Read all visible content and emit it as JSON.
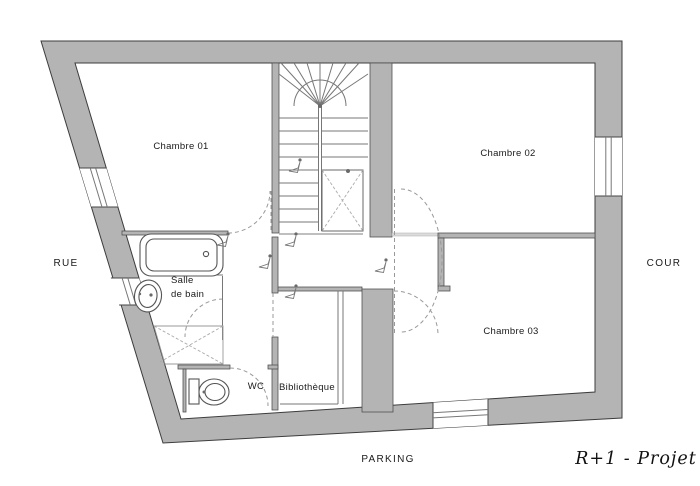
{
  "drawing": {
    "caption": "R+1 - Projet",
    "type": "floor-plan"
  },
  "rooms": {
    "chambre_01": "Chambre 01",
    "chambre_02": "Chambre 02",
    "chambre_03": "Chambre 03",
    "salle_de_bain_line1": "Salle",
    "salle_de_bain_line2": "de bain",
    "wc": "WC",
    "bibliotheque": "Bibliothèque"
  },
  "surroundings": {
    "rue": "RUE",
    "cour": "COUR",
    "parking": "PARKING"
  },
  "fixtures": [
    "bathtub",
    "washbasin",
    "toilet",
    "staircase",
    "shelves"
  ],
  "colors": {
    "wall_fill": "#b4b4b4",
    "wall_stroke": "#3c3c3c",
    "thin_line": "#777777",
    "dashed_line": "#999999",
    "text": "#1a1a1a",
    "background": "#ffffff"
  }
}
